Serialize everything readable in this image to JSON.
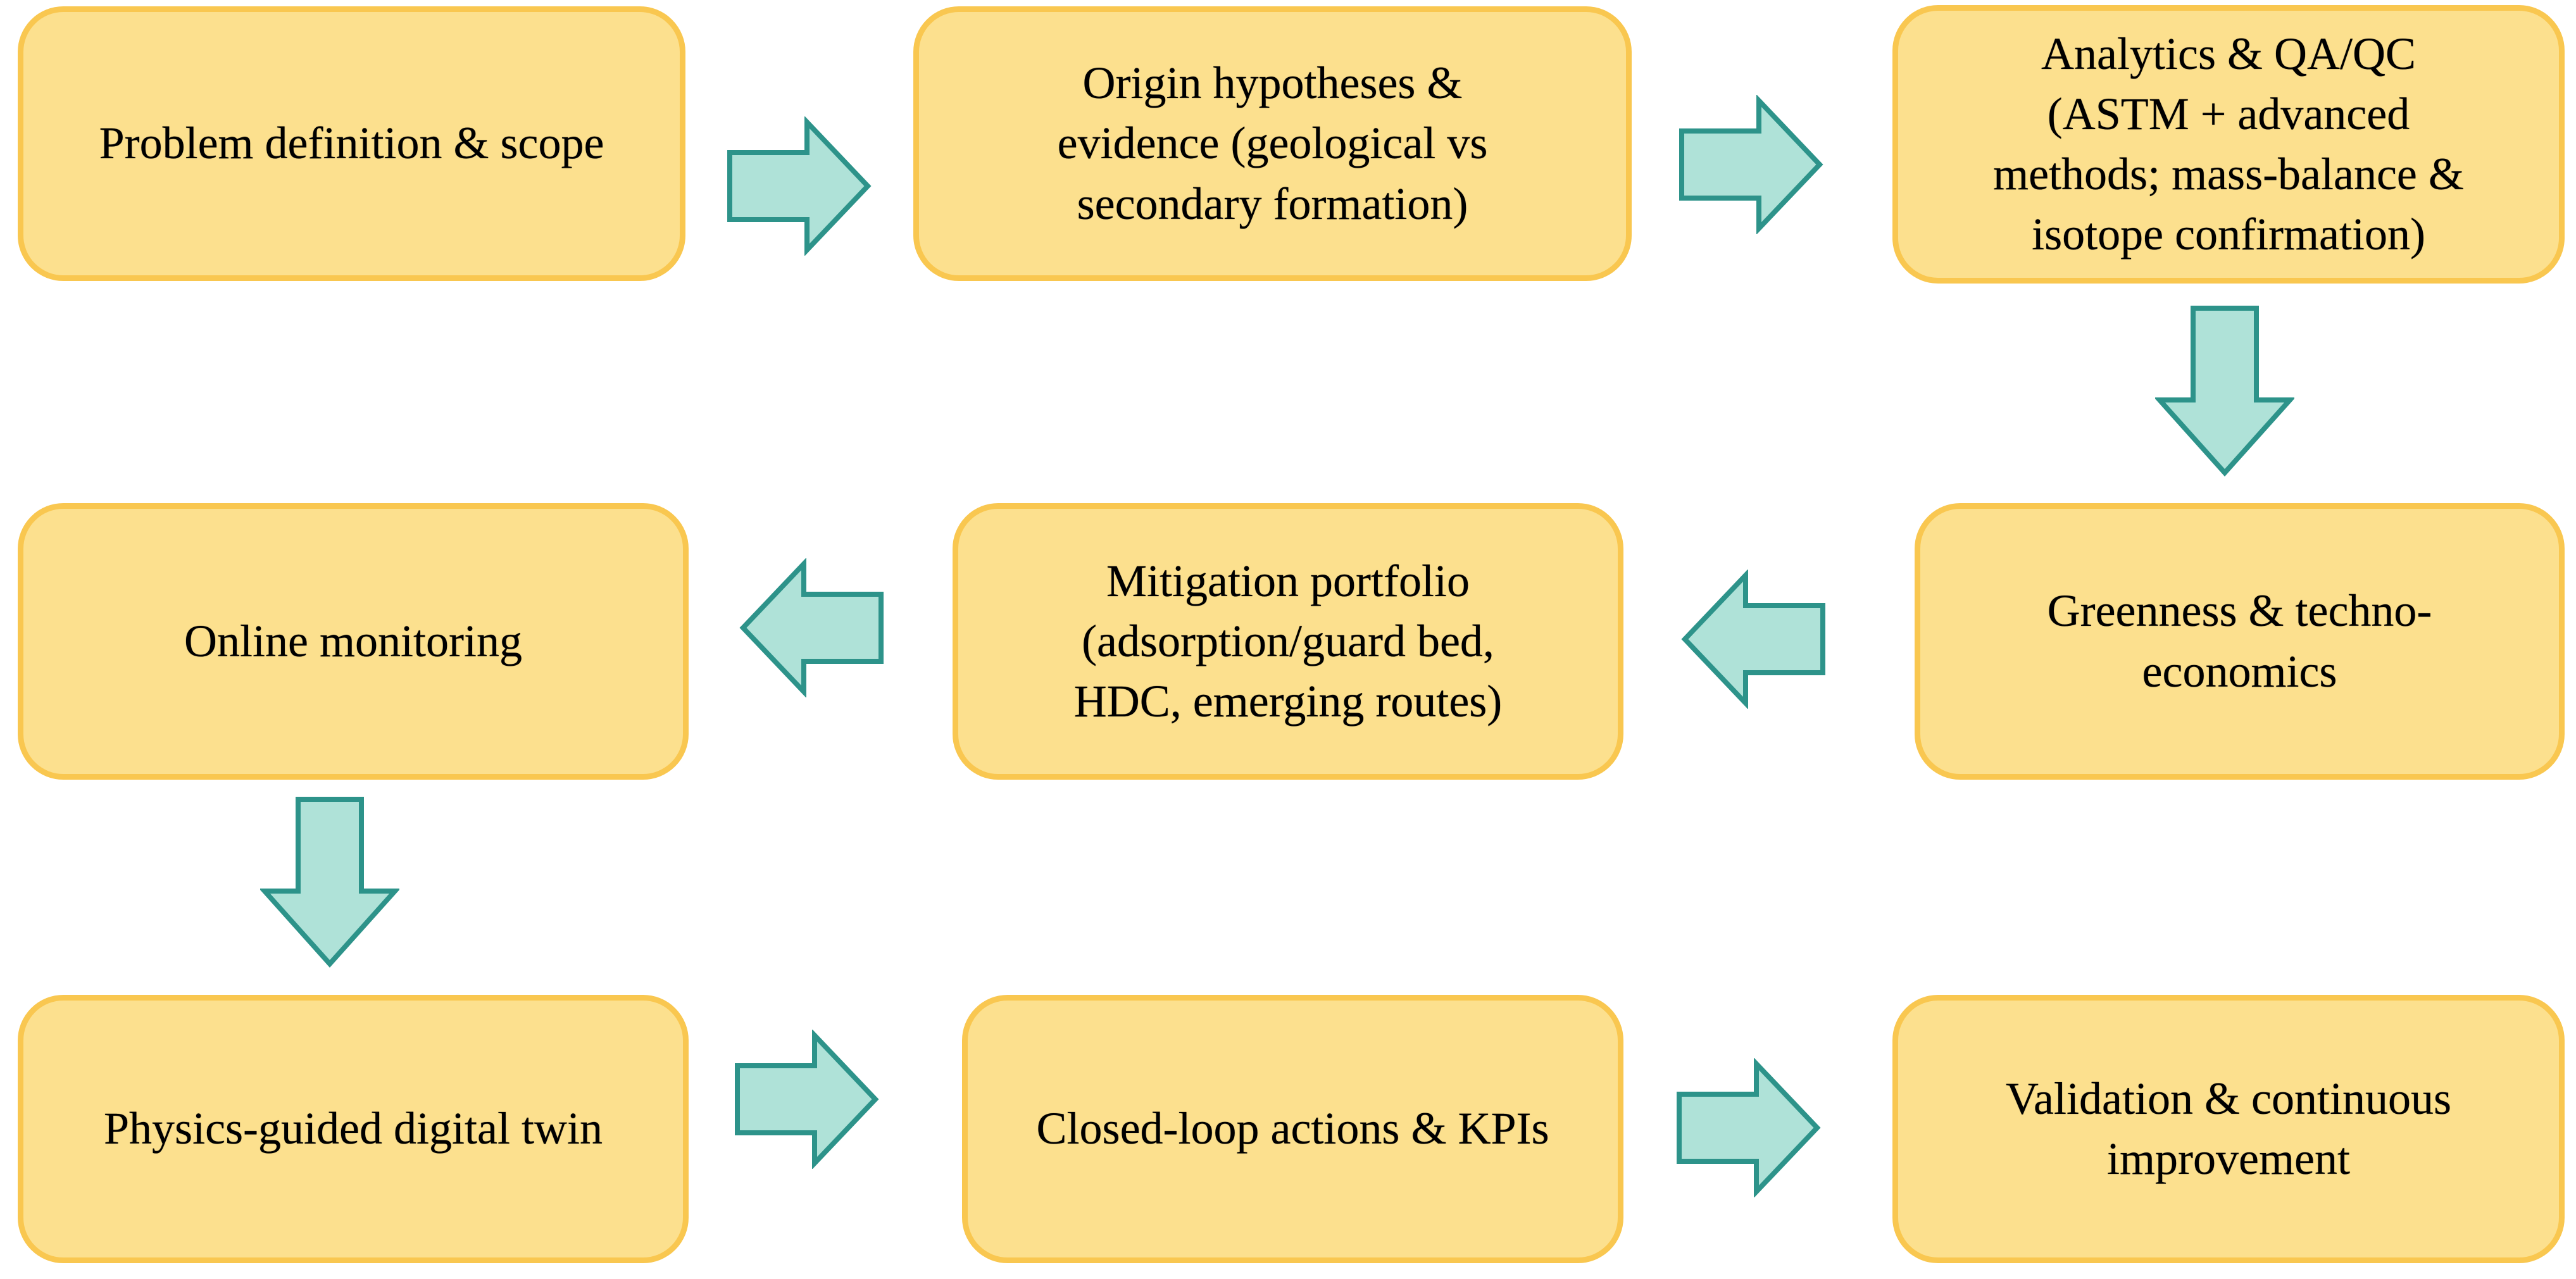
{
  "figure": {
    "background_color": "#FFFFFF",
    "style": {
      "box_fill": "#FCE08E",
      "box_border": "#F9C750",
      "arrow_fill": "#AFE2D8",
      "arrow_border": "#2D938A",
      "text_color": "#000000"
    },
    "boxes": [
      {
        "id": 1,
        "label": "Problem definition & scope"
      },
      {
        "id": 2,
        "label": "Origin hypotheses &\nevidence (geological vs\nsecondary formation)"
      },
      {
        "id": 3,
        "label": "Analytics & QA/QC\n(ASTM + advanced\nmethods; mass-balance &\nisotope confirmation)"
      },
      {
        "id": 4,
        "label": "Online monitoring"
      },
      {
        "id": 5,
        "label": "Mitigation portfolio\n(adsorption/guard bed,\nHDC, emerging routes)"
      },
      {
        "id": 6,
        "label": "Greenness & techno-\neconomics"
      },
      {
        "id": 7,
        "label": "Physics-guided digital twin"
      },
      {
        "id": 8,
        "label": "Closed-loop actions & KPIs"
      },
      {
        "id": 9,
        "label": "Validation & continuous\nimprovement"
      }
    ],
    "arrows": [
      {
        "from": 1,
        "to": 2,
        "direction": "right"
      },
      {
        "from": 2,
        "to": 3,
        "direction": "right"
      },
      {
        "from": 3,
        "to": 6,
        "direction": "down"
      },
      {
        "from": 6,
        "to": 5,
        "direction": "left"
      },
      {
        "from": 5,
        "to": 4,
        "direction": "left"
      },
      {
        "from": 4,
        "to": 7,
        "direction": "down"
      },
      {
        "from": 7,
        "to": 8,
        "direction": "right"
      },
      {
        "from": 8,
        "to": 9,
        "direction": "right"
      }
    ]
  }
}
